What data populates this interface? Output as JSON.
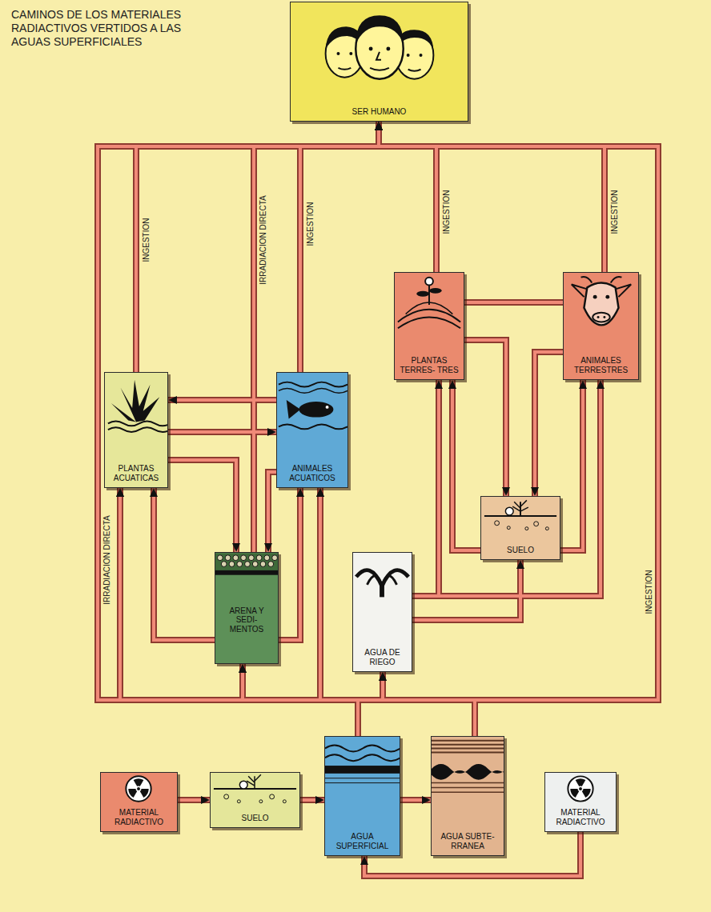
{
  "diagram": {
    "title": "CAMINOS DE LOS MATERIALES RADIACTIVOS VERTIDOS A LAS AGUAS SUPERFICIALES",
    "nodes": [
      {
        "text": [
          "SER HUMANO"
        ]
      },
      {
        "text": [
          "PLANTAS TERRES- TRES"
        ]
      },
      {
        "text": [
          "ANIMALES TERRESTRES"
        ]
      },
      {
        "text": [
          "PLANTAS ACUATICAS"
        ]
      },
      {
        "text": [
          "ANIMALES ACUATICOS"
        ]
      },
      {
        "text": [
          "SUELO"
        ]
      },
      {
        "text": [
          "ARENA Y SEDI- MENTOS"
        ]
      },
      {
        "text": [
          "AGUA DE RIEGO"
        ]
      },
      {
        "text": [
          "AGUA SUPERFICIAL"
        ]
      },
      {
        "text": [
          "AGUA SUBTE- RRANEA"
        ]
      },
      {
        "text": [
          "MATERIAL RADIACTIVO"
        ]
      },
      {
        "text": [
          "SUELO"
        ]
      },
      {
        "text": [
          "MATERIAL RADIACTIVO"
        ]
      }
    ],
    "edges": [
      {
        "from": 3,
        "to": 0,
        "arrow": "to",
        "label": "INGESTION"
      },
      {
        "from": 6,
        "to": 0,
        "arrow": "to",
        "label": "IRRADIACION DIRECTA"
      },
      {
        "from": 4,
        "to": 0,
        "arrow": "to",
        "label": "INGESTION"
      },
      {
        "from": 1,
        "to": 0,
        "arrow": "to",
        "label": "INGESTION"
      },
      {
        "from": 2,
        "to": 0,
        "arrow": "to",
        "label": "INGESTION"
      },
      {
        "from": 8,
        "to": 0,
        "arrow": "to",
        "label": "IRRADIACION DIRECTA"
      },
      {
        "from": 8,
        "to": 0,
        "arrow": "to",
        "label": "INGESTION"
      },
      {
        "from": 9,
        "to": 0,
        "arrow": "to"
      },
      {
        "from": 9,
        "to": 0,
        "arrow": "to"
      },
      {
        "from": 8,
        "to": 3,
        "arrow": "to"
      },
      {
        "from": 9,
        "to": 3,
        "arrow": "to"
      },
      {
        "from": 8,
        "to": 4,
        "arrow": "to"
      },
      {
        "from": 9,
        "to": 4,
        "arrow": "to"
      },
      {
        "from": 8,
        "to": 6,
        "arrow": "to"
      },
      {
        "from": 9,
        "to": 6,
        "arrow": "to"
      },
      {
        "from": 8,
        "to": 7,
        "arrow": "to"
      },
      {
        "from": 9,
        "to": 7,
        "arrow": "to"
      },
      {
        "from": 3,
        "to": 4,
        "arrow": "to"
      },
      {
        "from": 4,
        "to": 3,
        "arrow": "to"
      },
      {
        "from": 3,
        "to": 6,
        "arrow": "to"
      },
      {
        "from": 4,
        "to": 6,
        "arrow": "to"
      },
      {
        "from": 6,
        "to": 3,
        "arrow": "to"
      },
      {
        "from": 6,
        "to": 4,
        "arrow": "to"
      },
      {
        "from": 1,
        "to": 2,
        "arrow": "none"
      },
      {
        "from": 1,
        "to": 5,
        "arrow": "to"
      },
      {
        "from": 2,
        "to": 5,
        "arrow": "to"
      },
      {
        "from": 5,
        "to": 1,
        "arrow": "to"
      },
      {
        "from": 5,
        "to": 2,
        "arrow": "to"
      },
      {
        "from": 7,
        "to": 5,
        "arrow": "to"
      },
      {
        "from": 7,
        "to": 1,
        "arrow": "to"
      },
      {
        "from": 7,
        "to": 2,
        "arrow": "to"
      },
      {
        "from": 10,
        "to": 11,
        "arrow": "to"
      },
      {
        "from": 11,
        "to": 8,
        "arrow": "to"
      },
      {
        "from": 8,
        "to": 9,
        "arrow": "to"
      },
      {
        "from": 12,
        "to": 8,
        "arrow": "to"
      }
    ]
  }
}
